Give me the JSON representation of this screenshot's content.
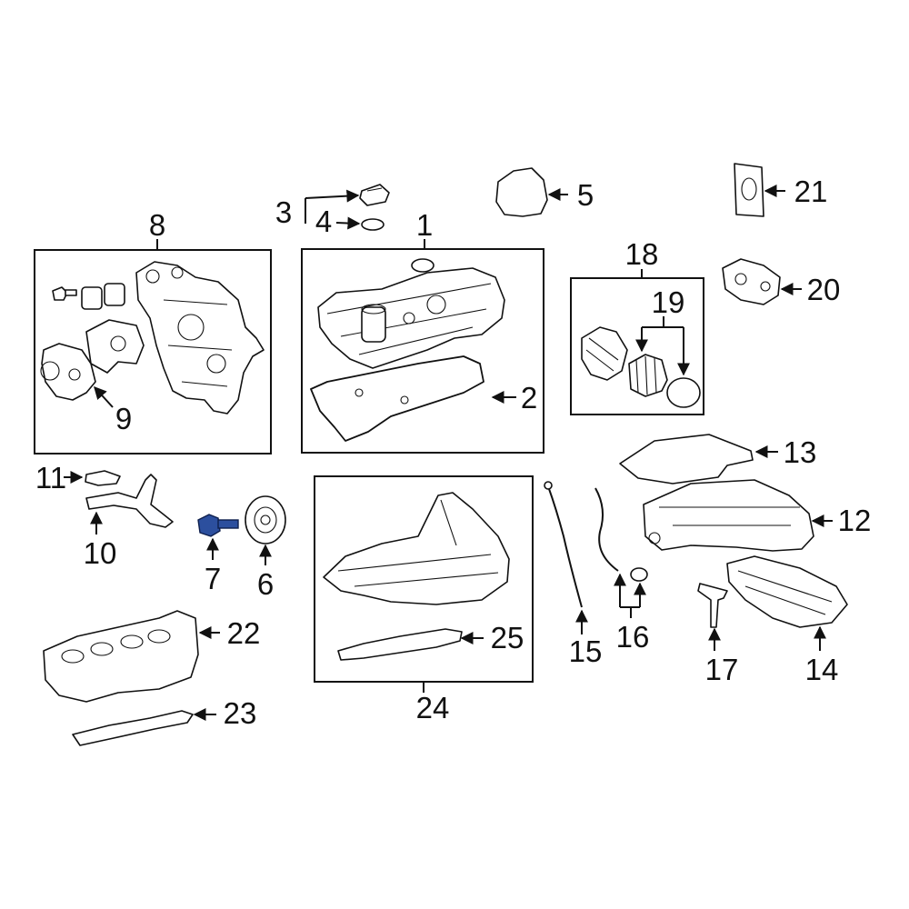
{
  "diagram": {
    "highlight_color": "#2c4f9e",
    "labels": {
      "n1": "1",
      "n2": "2",
      "n3": "3",
      "n4": "4",
      "n5": "5",
      "n6": "6",
      "n7": "7",
      "n8": "8",
      "n9": "9",
      "n10": "10",
      "n11": "11",
      "n12": "12",
      "n13": "13",
      "n14": "14",
      "n15": "15",
      "n16": "16",
      "n17": "17",
      "n18": "18",
      "n19": "19",
      "n20": "20",
      "n21": "21",
      "n22": "22",
      "n23": "23",
      "n24": "24",
      "n25": "25"
    }
  }
}
